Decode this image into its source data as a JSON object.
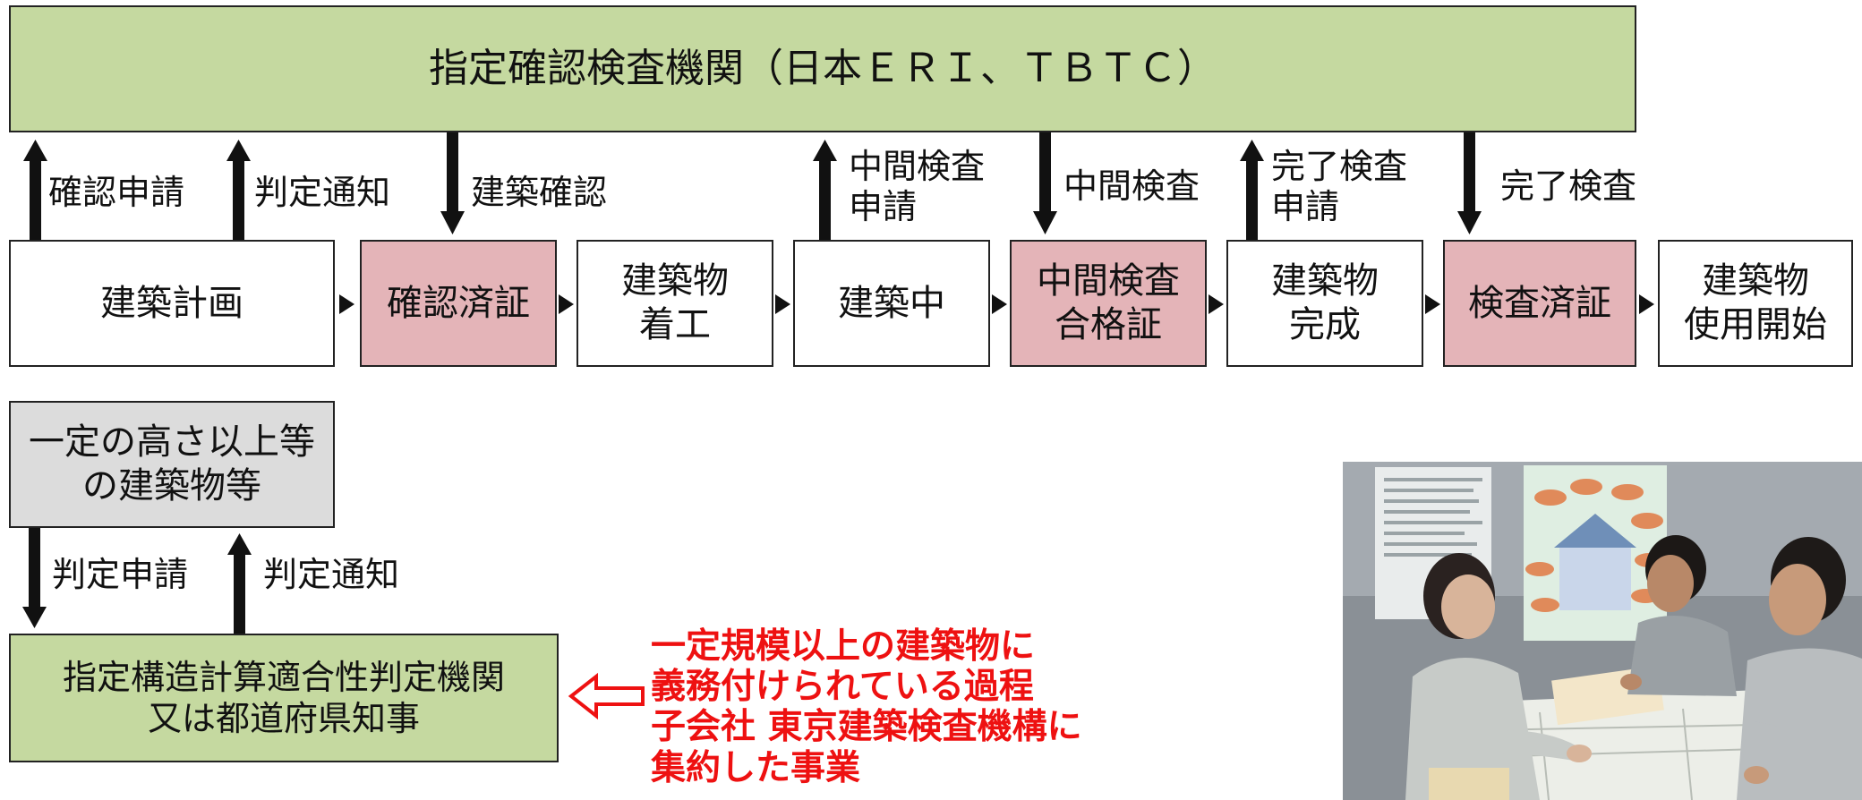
{
  "top_agency": "指定確認検査機関（日本ＥＲＩ、ＴＢＴＣ）",
  "flow_boxes": [
    {
      "lines": [
        "建築計画"
      ]
    },
    {
      "lines": [
        "確認済証"
      ]
    },
    {
      "lines": [
        "建築物",
        "着工"
      ]
    },
    {
      "lines": [
        "建築中"
      ]
    },
    {
      "lines": [
        "中間検査",
        "合格証"
      ]
    },
    {
      "lines": [
        "建築物",
        "完成"
      ]
    },
    {
      "lines": [
        "検査済証"
      ]
    },
    {
      "lines": [
        "建築物",
        "使用開始"
      ]
    }
  ],
  "arrow_labels": {
    "kakunin_shinsei": "確認申請",
    "hantei_tsuchi_top": "判定通知",
    "kenchiku_kakunin": "建築確認",
    "chukan_shinsei": [
      "中間検査",
      "申請"
    ],
    "chukan_kensa": "中間検査",
    "kanryo_shinsei": [
      "完了検査",
      "申請"
    ],
    "kanryo_kensa": "完了検査",
    "hantei_shinsei": "判定申請",
    "hantei_tsuchi_bottom": "判定通知"
  },
  "grey_box": [
    "一定の高さ以上等",
    "の建築物等"
  ],
  "structure_box": [
    "指定構造計算適合性判定機関",
    "又は都道府県知事"
  ],
  "red_note": [
    "一定規模以上の建築物に",
    "義務付けられている過程",
    "子会社 東京建築検査機構に",
    "集約した事業"
  ],
  "colors": {
    "green": "#c5d9a0",
    "pink": "#e4b4b8",
    "grey": "#dcdcdc",
    "red": "#ee1111"
  }
}
